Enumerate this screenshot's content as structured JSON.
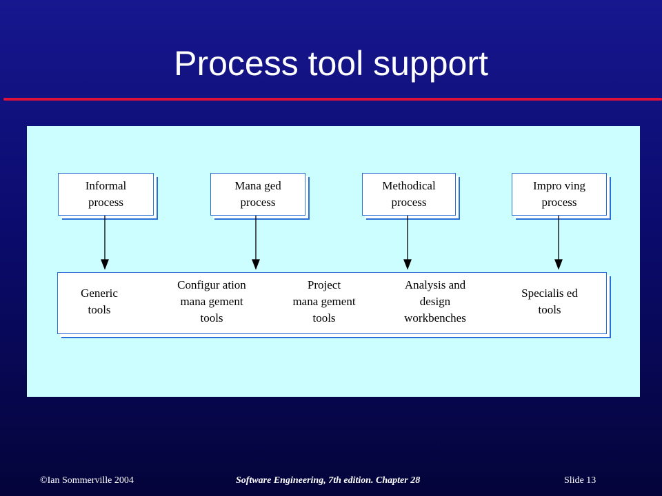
{
  "slide": {
    "title": "Process tool support",
    "footer": {
      "copyright": "©Ian Sommerville 2004",
      "book": "Software Engineering, 7th edition. Chapter 28",
      "slide_number": "Slide  13"
    }
  },
  "diagram": {
    "processes": [
      {
        "lines": [
          "Informal",
          "process"
        ]
      },
      {
        "lines": [
          "Mana ged",
          "process"
        ]
      },
      {
        "lines": [
          "Methodical",
          "process"
        ]
      },
      {
        "lines": [
          "Impro ving",
          "process"
        ]
      }
    ],
    "tools": [
      {
        "lines": [
          "Generic",
          "tools"
        ]
      },
      {
        "lines": [
          "Configur ation",
          "mana gement",
          "tools"
        ]
      },
      {
        "lines": [
          "Project",
          "mana gement",
          "tools"
        ]
      },
      {
        "lines": [
          "Analysis and",
          "design",
          "workbenches"
        ]
      },
      {
        "lines": [
          "Specialis ed",
          "tools"
        ]
      }
    ]
  }
}
